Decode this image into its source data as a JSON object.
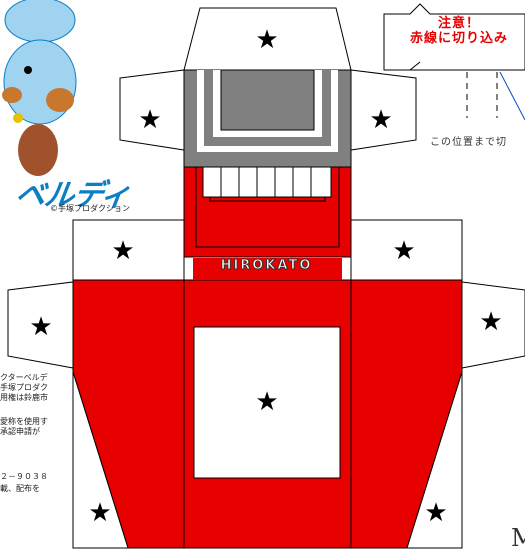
{
  "notice": {
    "title": "注意！",
    "subtitle": "赤線に切り込み"
  },
  "position_note": "この位置まで切",
  "mascot": {
    "name": "ベルディ",
    "copyright": "©手塚プロダクション"
  },
  "side_text": {
    "line1": "クターベルデ",
    "line2": "手塚プロダク",
    "line3": "用権は鈴鹿市",
    "line4": "愛称を使用す",
    "line5": "承認申請が",
    "line6": "２－９０３８",
    "line7": "載、配布を"
  },
  "brand": "HIROKATO",
  "edge_letter": "M",
  "colors": {
    "red": "#e60000",
    "gray": "#808080",
    "dark_gray": "#666666",
    "black": "#000000",
    "mascot_blue": "#0b7fc4"
  },
  "icons": {
    "star": "★"
  }
}
